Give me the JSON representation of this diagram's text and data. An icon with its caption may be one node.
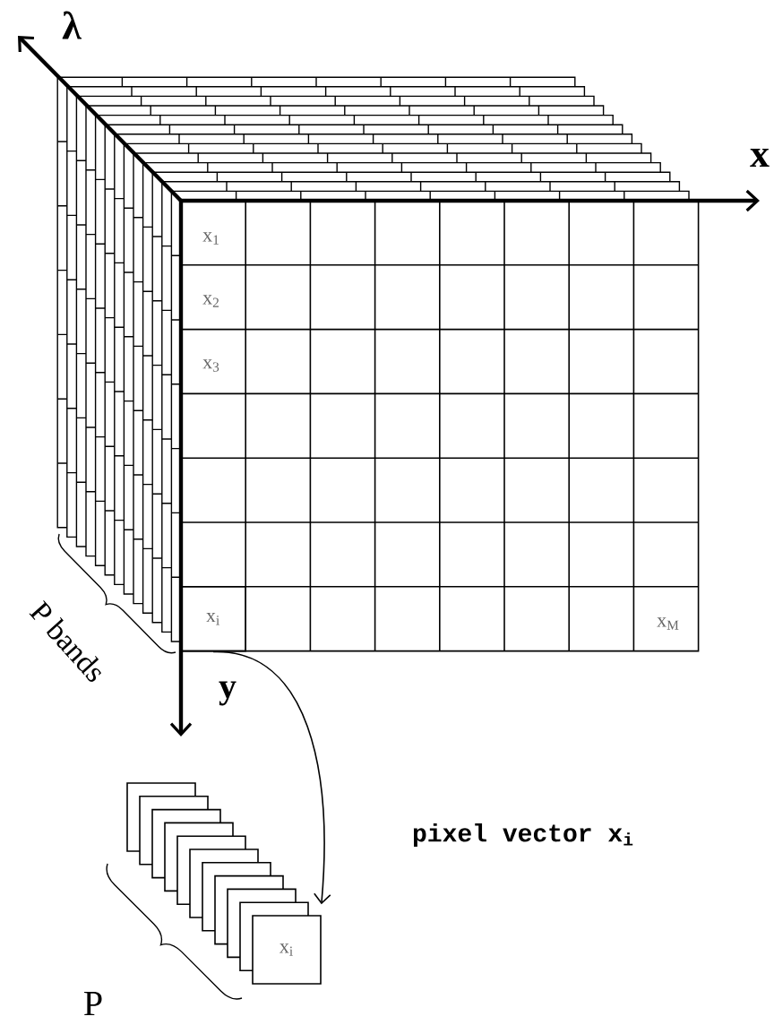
{
  "diagram": {
    "nodes": [
      {
        "text": [
          "x$_{i}$"
        ]
      },
      {
        "text": [
          "x$_{i}$"
        ]
      }
    ],
    "edges": [
      {
        "from": 0,
        "to": 1,
        "arrow": "to"
      }
    ],
    "labels": [
      "λ",
      "x",
      "x$_{1}$",
      "x$_{2}$",
      "x$_{3}$",
      "x$_{M}$",
      "P bands",
      "y",
      "pixel vector x$_{i}$",
      "P"
    ]
  }
}
